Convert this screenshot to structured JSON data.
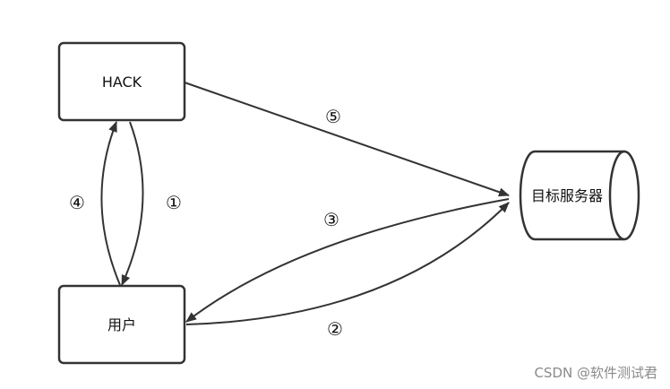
{
  "diagram": {
    "nodes": {
      "hack": {
        "label": "HACK"
      },
      "user": {
        "label": "用户"
      },
      "server": {
        "label": "目标服务器"
      }
    },
    "steps": {
      "s1": "①",
      "s2": "②",
      "s3": "③",
      "s4": "④",
      "s5": "⑤"
    },
    "colors": {
      "stroke": "#333333",
      "text": "#111111",
      "background": "#ffffff"
    }
  },
  "watermark": "CSDN @软件测试君"
}
